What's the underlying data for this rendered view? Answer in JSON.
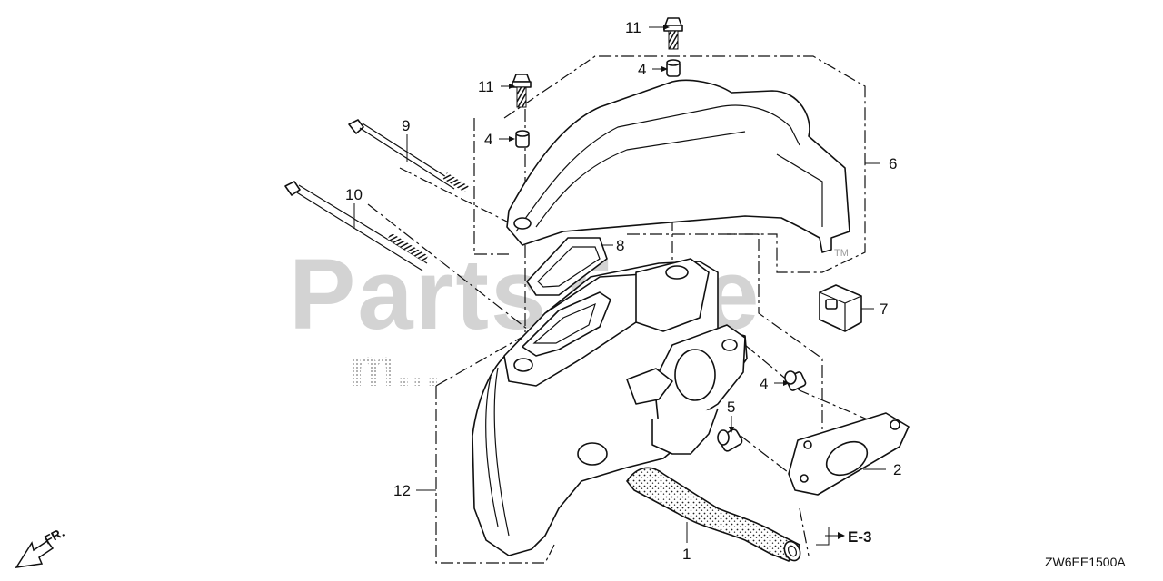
{
  "diagram": {
    "watermark": {
      "brand": "PartsTree",
      "tm": "TM",
      "sub": "m..."
    },
    "callouts": {
      "c1": "1",
      "c2": "2",
      "c4a": "4",
      "c4b": "4",
      "c4c": "4",
      "c5": "5",
      "c6": "6",
      "c7": "7",
      "c8": "8",
      "c9": "9",
      "c10": "10",
      "c11a": "11",
      "c11b": "11",
      "c12": "12"
    },
    "reference": "E-3",
    "front_label": "FR.",
    "diagram_code": "ZW6EE1500A"
  }
}
